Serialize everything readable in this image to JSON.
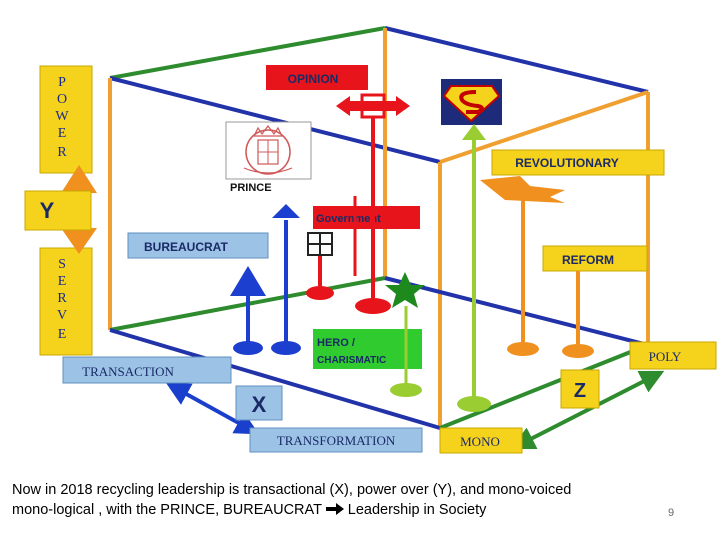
{
  "diagram": {
    "power_letters": [
      "P",
      "O",
      "W",
      "E",
      "R"
    ],
    "serve_letters": [
      "S",
      "E",
      "R",
      "V",
      "E"
    ],
    "y_label": "Y",
    "x_label": "X",
    "z_label": "Z",
    "transaction": "TRANSACTION",
    "transformation": "TRANSFORMATION",
    "mono": "MONO",
    "poly": "POLY",
    "opinion": "OPINION",
    "revolutionary": "REVOLUTIONARY",
    "reform": "REFORM",
    "bureaucrat": "BUREAUCRAT",
    "government": "Government",
    "prince": "PRINCE",
    "hero": "HERO /",
    "charismatic": "CHARISMATIC"
  },
  "caption": {
    "line1": "Now in 2018 recycling leadership is transactional (X), power over (Y), and mono-voiced",
    "line2_start": "mono-logical , with the PRINCE, BUREAUCRAT",
    "line2_end": " Leadership in Society"
  },
  "slide_number": "9",
  "colors": {
    "yellow": "#f5d21c",
    "blue_label": "#9cc3e6",
    "red": "#e8141b",
    "blue": "#1d3fd0",
    "orange": "#f0901e",
    "green": "#2f8d28",
    "lime": "#9acd32",
    "edge_orange": "#f0a030",
    "edge_blue": "#2233aa",
    "edge_green": "#2e8b2e"
  }
}
